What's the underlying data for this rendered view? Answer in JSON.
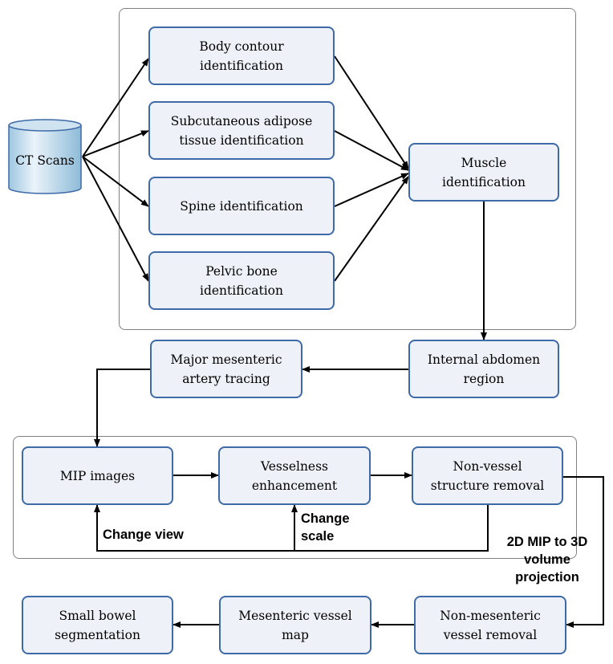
{
  "source": {
    "label": "CT Scans",
    "icon": "database-cylinder-icon"
  },
  "nodes": {
    "body_contour": "Body contour\nidentification",
    "subcutaneous": "Subcutaneous adipose\ntissue identification",
    "spine": "Spine identification",
    "pelvic": "Pelvic bone\nidentification",
    "muscle": "Muscle\nidentification",
    "internal_abdomen": "Internal abdomen\nregion",
    "major_artery": "Major mesenteric\nartery tracing",
    "mip_images": "MIP images",
    "vesselness": "Vesselness\nenhancement",
    "non_vessel": "Non-vessel\nstructure removal",
    "non_mesenteric": "Non-mesenteric\nvessel removal",
    "mesenteric_map": "Mesenteric vessel\nmap",
    "small_bowel": "Small bowel\nsegmentation"
  },
  "annotations": {
    "change_view": "Change view",
    "change_scale": "Change\nscale",
    "projection": "2D MIP to 3D\nvolume\nprojection"
  },
  "colors": {
    "box_fill": "#eef2f8",
    "box_border": "#3e6aa8",
    "cylinder_fill": "#cfe3f1",
    "arrow": "#000000",
    "frame": "#808080"
  }
}
